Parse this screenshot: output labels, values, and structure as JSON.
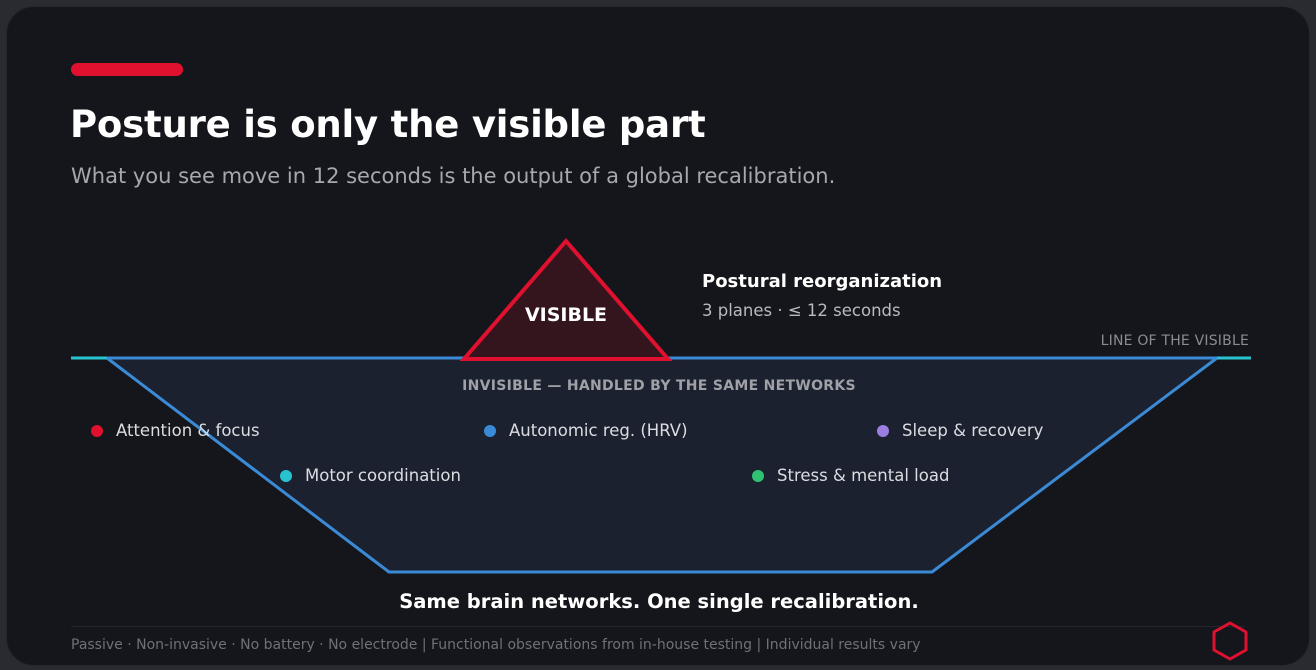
{
  "header": {
    "title": "Posture is only the visible part",
    "subtitle": "What you see move in 12 seconds is the output of a global recalibration."
  },
  "diagram": {
    "tip_label": "VISIBLE",
    "callout_title": "Postural reorganization",
    "callout_subtitle": "3 planes · ≤ 12 seconds",
    "line_label": "LINE OF THE VISIBLE",
    "invisible_header": "INVISIBLE — HANDLED BY THE SAME NETWORKS",
    "items": [
      {
        "label": "Attention & focus",
        "color": "#e0102f"
      },
      {
        "label": "Autonomic reg. (HRV)",
        "color": "#3a8ad6"
      },
      {
        "label": "Sleep & recovery",
        "color": "#9a7fe0"
      },
      {
        "label": "Motor coordination",
        "color": "#27c3cf"
      },
      {
        "label": "Stress & mental load",
        "color": "#2fc273"
      }
    ],
    "conclusion": "Same brain networks. One single recalibration."
  },
  "footer": {
    "text": "Passive · Non-invasive · No battery · No electrode | Functional observations from in-house testing | Individual results vary",
    "logo_icon": "hexagon-icon"
  },
  "colors": {
    "accent": "#e0102f",
    "water_line": "#27c3cf",
    "outline": "#3a8ad6",
    "background": "#15161b"
  }
}
